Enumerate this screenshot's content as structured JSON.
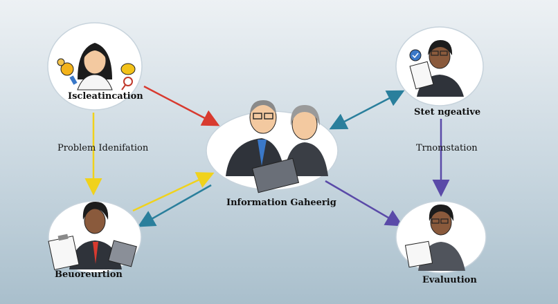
{
  "nodes": {
    "top_left": {
      "label": "Iscleatincation"
    },
    "top_right": {
      "label": "Stet ngeative"
    },
    "center": {
      "label": "Information Gaheerig"
    },
    "bottom_left": {
      "label": "Beuoreurtion"
    },
    "bottom_right": {
      "label": "Evaluution"
    }
  },
  "edges": {
    "left_vertical": {
      "label": "Problem Idenifation"
    },
    "right_vertical": {
      "label": "Trnomstation"
    }
  },
  "colors": {
    "red_arrow": "#d83a2f",
    "yellow_arrow": "#f0d21c",
    "teal_arrow": "#2a7f9c",
    "purple_arrow": "#5a4aa8",
    "node_fill": "#ffffff",
    "suit": "#2f333a"
  },
  "icons": [
    "lightbulb-gear-icon",
    "speech-bubble-icon",
    "magnifier-icon",
    "clipboard-icon",
    "tablet-icon",
    "checkmark-bubble-icon",
    "document-icon"
  ]
}
